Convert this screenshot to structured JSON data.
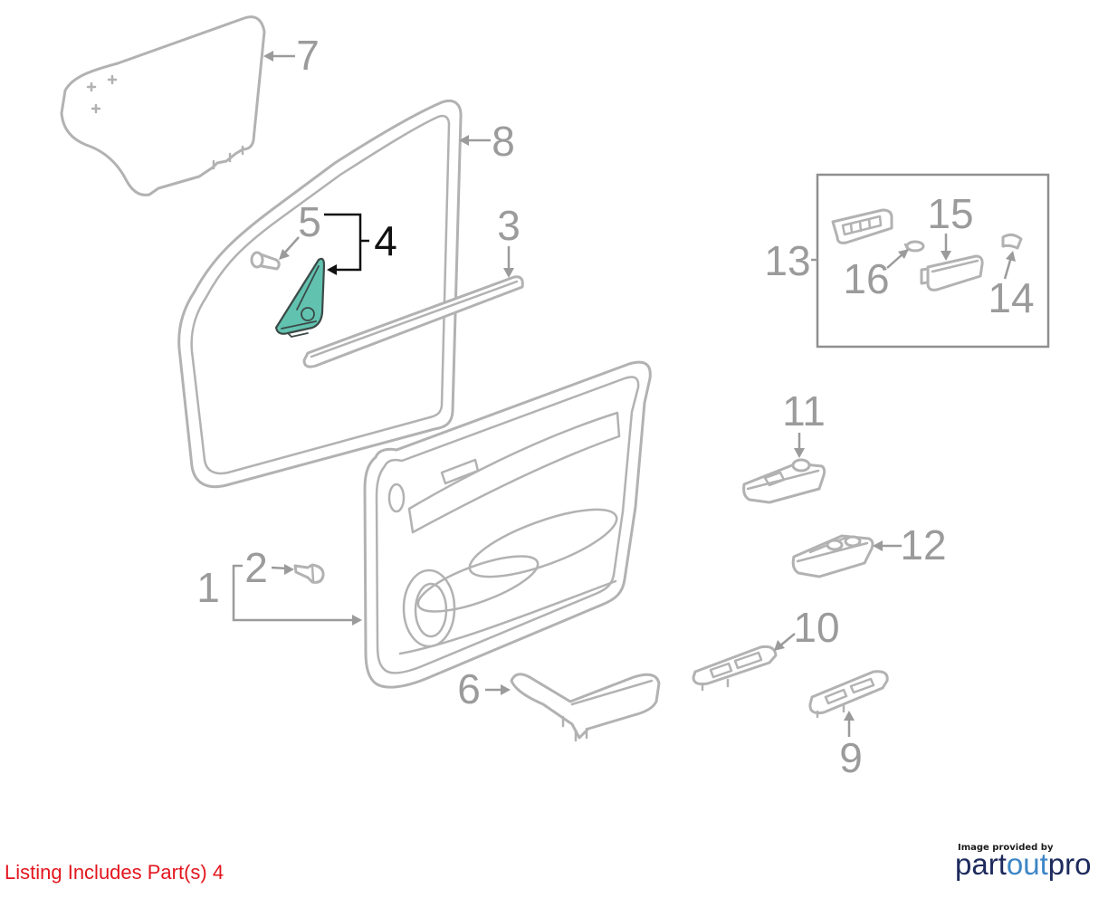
{
  "callouts": {
    "p1": "1",
    "p2": "2",
    "p3": "3",
    "p4": "4",
    "p5": "5",
    "p6": "6",
    "p7": "7",
    "p8": "8",
    "p9": "9",
    "p10": "10",
    "p11": "11",
    "p12": "12",
    "p13": "13",
    "p14": "14",
    "p15": "15",
    "p16": "16"
  },
  "caption": "Listing Includes Part(s) 4",
  "logo": {
    "tagline": "Image provided by",
    "part": "part",
    "out": "out",
    "pro": "pro"
  },
  "colors": {
    "label": "#9b9b9b",
    "outline": "#b2b2b2",
    "highlight": "#62c2b0",
    "leader_dark": "#111111",
    "caption": "#e3161e",
    "logo_navy": "#1d2a5c",
    "logo_blue": "#3d86c6",
    "box": "#8f8f8f"
  }
}
